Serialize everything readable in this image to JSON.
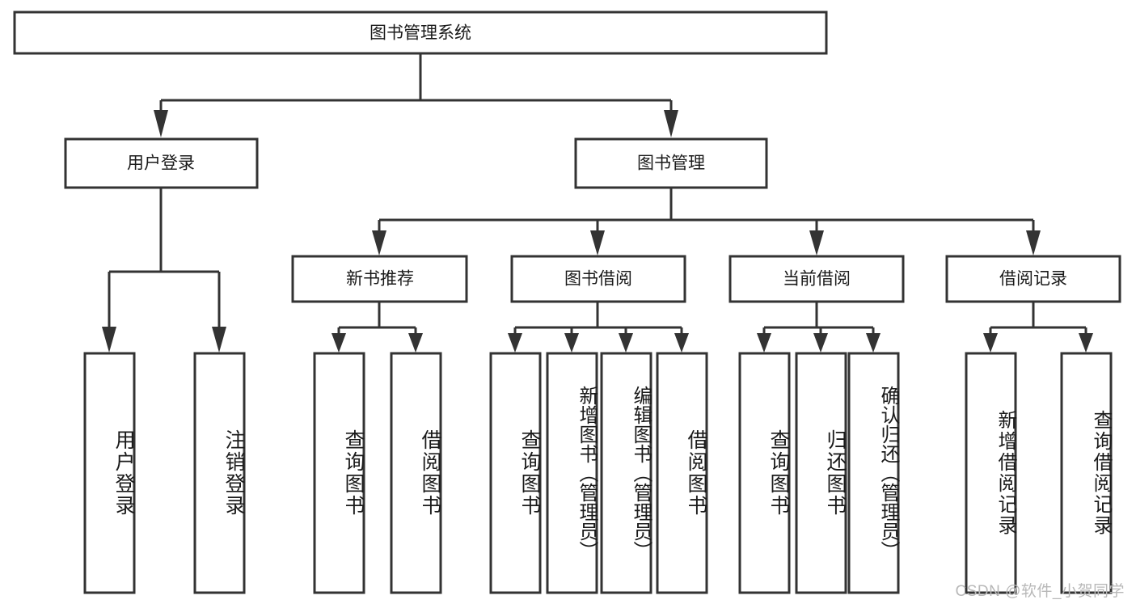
{
  "diagram": {
    "title": "图书管理系统",
    "type": "tree-hierarchy-diagram",
    "colors": {
      "stroke": "#333333",
      "fill": "#ffffff",
      "text": "#1a1a1a",
      "watermark": "#b8b8b8",
      "background": "#ffffff"
    },
    "root": {
      "label": "图书管理系统"
    },
    "level2": [
      {
        "label": "用户登录"
      },
      {
        "label": "图书管理"
      }
    ],
    "level3": [
      {
        "label": "新书推荐"
      },
      {
        "label": "图书借阅"
      },
      {
        "label": "当前借阅"
      },
      {
        "label": "借阅记录"
      }
    ],
    "leaves": {
      "user_login": [
        {
          "label": "用户登录"
        },
        {
          "label": "注销登录"
        }
      ],
      "new_book_recommend": [
        {
          "label": "查询图书"
        },
        {
          "label": "借阅图书"
        }
      ],
      "book_borrow": [
        {
          "label": "查询图书"
        },
        {
          "label": "新增图书（管理员）"
        },
        {
          "label": "编辑图书（管理员）"
        },
        {
          "label": "借阅图书"
        }
      ],
      "current_borrow": [
        {
          "label": "查询图书"
        },
        {
          "label": "归还图书"
        },
        {
          "label": "确认归还（管理员）"
        }
      ],
      "borrow_record": [
        {
          "label": "新增借阅记录"
        },
        {
          "label": "查询借阅记录"
        }
      ]
    },
    "watermark": "CSDN @软件_小贺同学"
  }
}
